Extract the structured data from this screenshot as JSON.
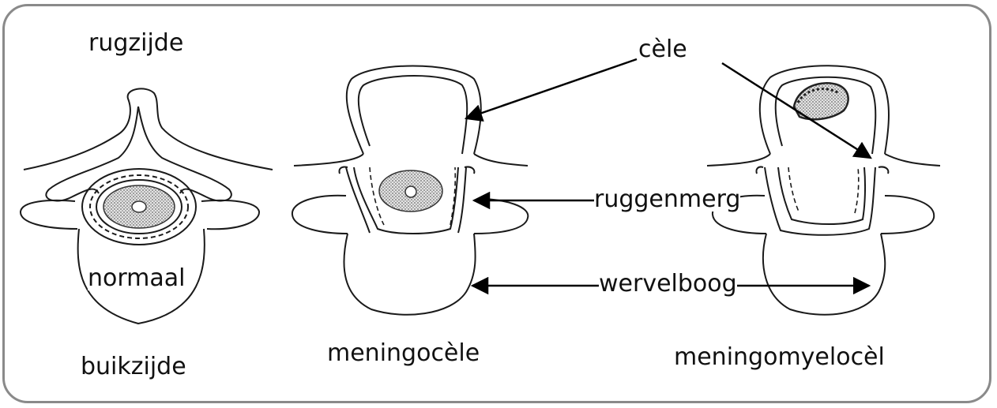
{
  "labels": {
    "dorsal_side": "rugzijde",
    "ventral_side": "buikzijde",
    "normal": "normaal",
    "cele": "cèle",
    "spinal_cord": "ruggenmerg",
    "vertebral_arch": "wervelboog",
    "meningocele": "meningocèle",
    "meningomyelocele": "meningomyelocèl"
  }
}
